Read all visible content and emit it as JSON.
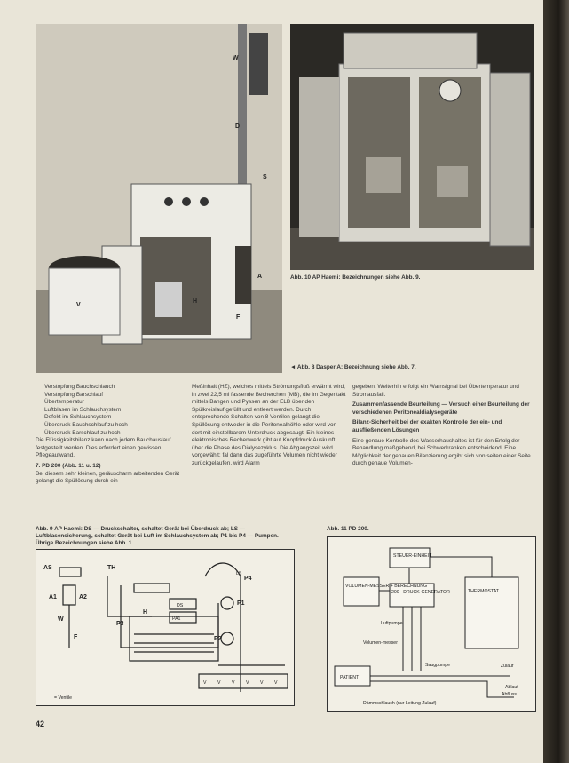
{
  "page_number": "42",
  "photo_left": {
    "labels": [
      "W",
      "D",
      "S",
      "A",
      "F",
      "V",
      "H"
    ]
  },
  "caption_fig10": "Abb. 10 AP Haemi: Bezeichnungen siehe Abb. 9.",
  "caption_fig8": "◄ Abb. 8 Dasper A: Bezeichnung siehe Abb. 7.",
  "col1": [
    "Verstopfung Bauchschlauch",
    "Verstopfung Barschlauf",
    "Übertemperatur",
    "Luftblasen im Schlauchsystem",
    "Defekt im Schlauchsystem",
    "Überdruck Bauchschlauf zu hoch",
    "Überdruck Barschlauf zu hoch",
    "Die Flüssigkeitsbilanz kann nach jedem Bauchauslauf festgestellt werden. Dies erfordert einen gewissen Pflegeaufwand.",
    "7. PD 200 (Abb. 11 u. 12)",
    "Bei diesem sehr kleinen, geräuscharm arbeitenden Gerät gelangt die Spüllösung durch ein"
  ],
  "col2": "Meßinhalt (HZ), welches mittels Strömungsfluß erwärmt wird, in zwei 22,5 ml fassende Becherchen (MB), die im Gegentakt mittels Bangen und Pyssen an der ELB über den Spülkreislauf gefüllt und entleert werden. Durch entsprechende Schalten von 8 Ventilen gelangt die Spüllösung entweder in die Peritonealhöhle oder wird von dort mit einstellbarem Unterdruck abgesaugt. Ein kleines elektronisches Rechenwerk gibt auf Knopfdruck Auskunft über die Phase des Dialysezyklus. Die Abgangszeit wird vorgewählt; fal dann das zugeführte Volumen nicht wieder zurückgelaufen, wird Alarm",
  "col3": [
    "gegeben. Weiterhin erfolgt ein Warnsignal bei Übertemperatur und Stromausfall.",
    "Zusammenfassende Beurteilung — Versuch einer Beurteilung der verschiedenen Peritonealdialysegeräte",
    "Bilanz-Sicherheit bei der exakten Kontrolle der ein- und ausfließenden Lösungen",
    "Eine genaue Kontrolle des Wasserhaushaltes ist für den Erfolg der Behandlung maßgebend, bei Schwerkranken entscheidend. Eine Möglichkeit der genauen Bilanzierung ergibt sich von seiten einer Seite durch genaue Volumen-"
  ],
  "caption_fig9": "Abb. 9 AP Haemi: DS — Druckschalter, schaltet Gerät bei Überdruck ab; LS — Luftblasensicherung, schaltet Gerät bei Luft im Schlauchsystem ab; P1 bis P4 — Pumpen. Übrige Bezeichnungen siehe Abb. 1.",
  "caption_fig11": "Abb. 11 PD 200.",
  "fig9": {
    "labels": [
      "AS",
      "TH",
      "DS",
      "P1",
      "P2",
      "P3",
      "P4",
      "A1",
      "A2",
      "W",
      "H",
      "F",
      "PA1",
      "LS"
    ],
    "legend": "= Ventile",
    "valves": [
      "V",
      "V",
      "V",
      "V",
      "V",
      "V"
    ]
  },
  "fig11": {
    "steuer": "STEUER-EINHEIT",
    "volumen": "VOLUMEN-MESSER + BERECHNUNG",
    "druck": "200 - DRUCK-GENERATOR",
    "thermostat": "THERMOSTAT",
    "patient": "PATIENT",
    "luftpumpe": "Luftpumpe",
    "volumen_label": "Volumen-messer",
    "zulauf": "Zulauf",
    "ablauf": "Ablauf",
    "abfluss": "Abfluss",
    "saugpumpe": "Saugpumpe",
    "schlauch": "Dämmschlauch (nur Leitung Zulauf)"
  }
}
